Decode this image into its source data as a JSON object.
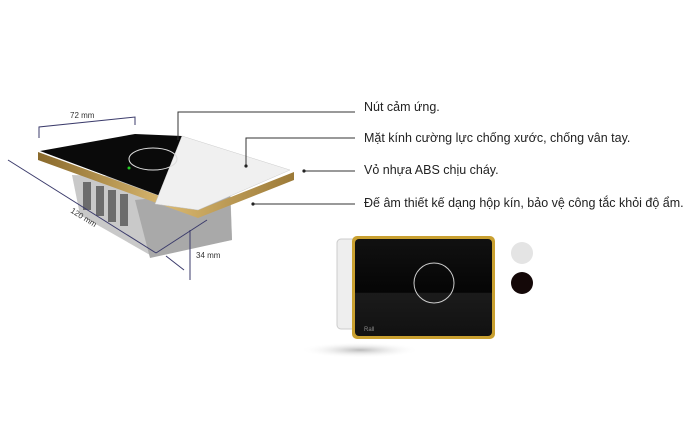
{
  "callouts": [
    "Nút cảm ứng.",
    "Mặt kính cường lực chống xước, chống vân tay.",
    "Vỏ nhựa ABS chịu cháy.",
    "Đế âm thiết kế dạng hộp kín, bảo vệ công tắc khỏi độ ẩm."
  ],
  "dimensions": {
    "width": "72 mm",
    "length": "120 mm",
    "depth": "34 mm"
  },
  "colors": {
    "gold": "#b8934a",
    "glass_black": "#0a0a0a",
    "white_option": "#e4e4e4",
    "black_option": "#140808"
  }
}
